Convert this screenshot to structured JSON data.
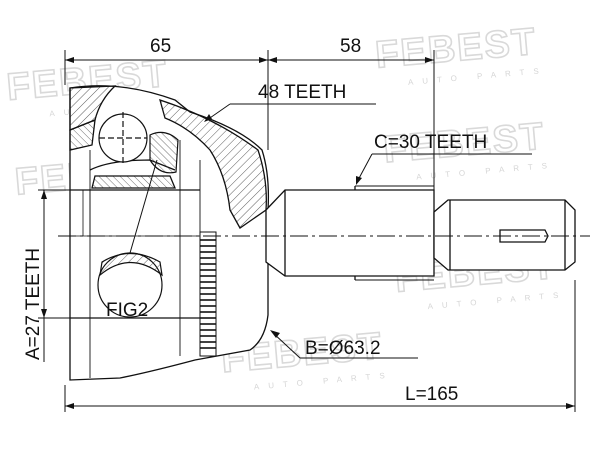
{
  "watermark": {
    "text": "FEBEST",
    "subtext": "AUTO PARTS"
  },
  "dimensions": {
    "top_left": "65",
    "top_right": "58",
    "overall_length": "L=165"
  },
  "callouts": {
    "outer_teeth": "48 TEETH",
    "spline_teeth": "C=30 TEETH",
    "inner_teeth": "A=27 TEETH",
    "diameter": "B=Ø63.2",
    "figure_ref": "FIG2"
  }
}
